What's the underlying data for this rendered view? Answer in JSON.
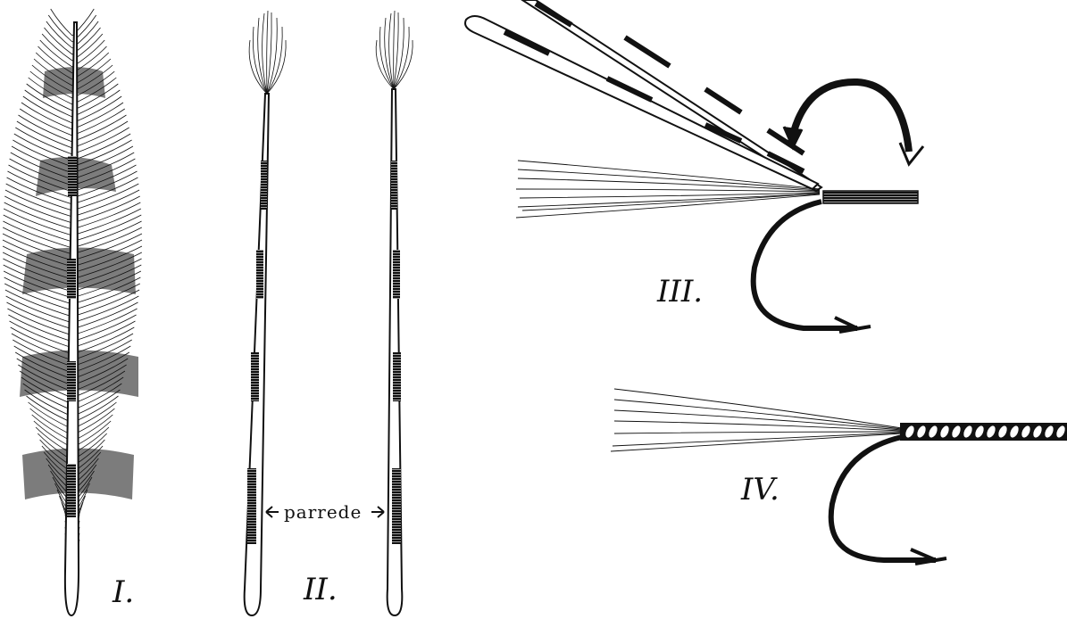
{
  "figure": {
    "labels": {
      "fig1": "I.",
      "fig2": "II.",
      "fig3": "III.",
      "fig4": "IV."
    },
    "annotation": "parrede",
    "ink_color": "#111111",
    "background": "#ffffff"
  }
}
